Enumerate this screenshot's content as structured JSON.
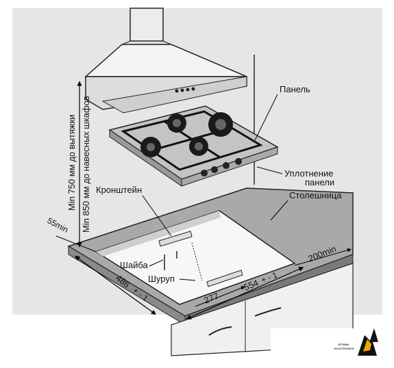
{
  "labels": {
    "panel": "Панель",
    "seal_line1": "Уплотнение",
    "seal_line2": "панели",
    "worktop": "Столешница",
    "bracket": "Кронштейн",
    "washer": "Шайба",
    "screw": "Шуруп",
    "hood_min_750": "Min 750 мм до вытяжки",
    "cabinet_min_850": "Min 850 мм до навесных шкафов",
    "dim_55min": "55min",
    "dim_486": "486",
    "dim_554": "554",
    "dim_277": "277",
    "dim_200min": "200min",
    "tolerance": "+ - 1"
  },
  "logo": {
    "line1": "JETMAN",
    "line2": "ELECTRONICS",
    "accent": "#f2a800"
  },
  "colors": {
    "background": "#e6e6e6",
    "worktop": "#a9a9a9",
    "hood": "#f1f1f1",
    "hob_glass": "#c8c8c8",
    "burner": "#1a1a1a",
    "cutout": "#f7f7f7"
  }
}
